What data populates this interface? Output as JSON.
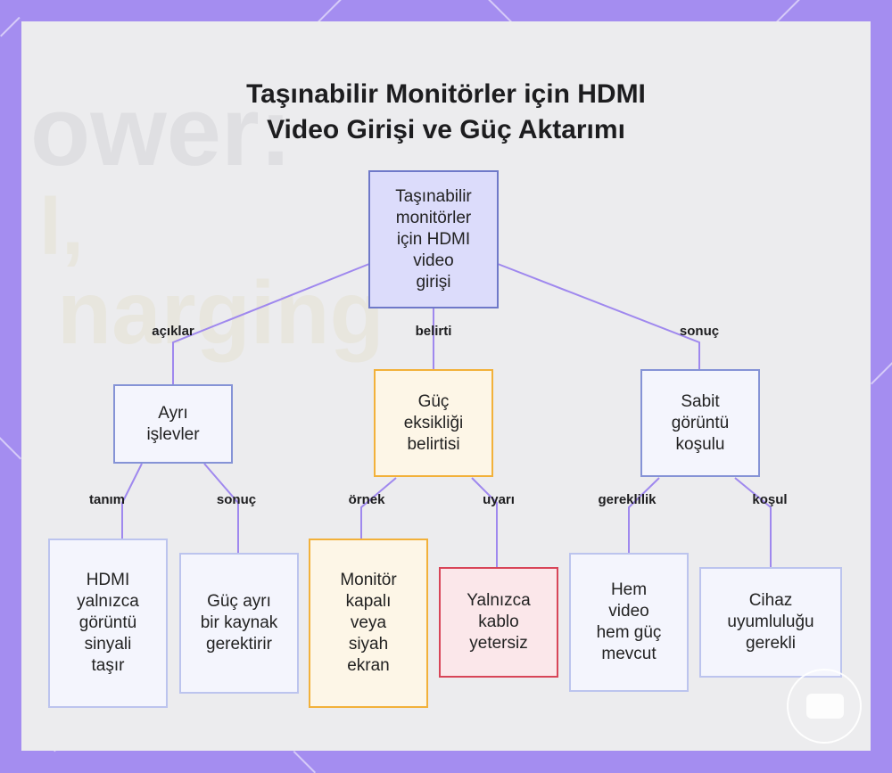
{
  "title": {
    "line1": "Taşınabilir Monitörler için HDMI",
    "line2": "Video Girişi ve Güç Aktarımı"
  },
  "colors": {
    "frame": "#a48df0",
    "link": "#9f88ee",
    "root_fill": "#dcdcfb",
    "blue_border": "#8593d6",
    "orange_border": "#f2b13a",
    "red_border": "#d84558"
  },
  "nodes": {
    "root": [
      "Taşınabilir",
      "monitörler",
      "için HDMI",
      "video",
      "girişi"
    ],
    "left": [
      "Ayrı",
      "işlevler"
    ],
    "middle": [
      "Güç",
      "eksikliği",
      "belirtisi"
    ],
    "right": [
      "Sabit",
      "görüntü",
      "koşulu"
    ],
    "leaf1": [
      "HDMI",
      "yalnızca",
      "görüntü",
      "sinyali",
      "taşır"
    ],
    "leaf2": [
      "Güç ayrı",
      "bir kaynak",
      "gerektirir"
    ],
    "leaf3": [
      "Monitör",
      "kapalı",
      "veya",
      "siyah",
      "ekran"
    ],
    "leaf4": [
      "Yalnızca",
      "kablo",
      "yetersiz"
    ],
    "leaf5": [
      "Hem",
      "video",
      "hem güç",
      "mevcut"
    ],
    "leaf6": [
      "Cihaz",
      "uyumluluğu",
      "gerekli"
    ]
  },
  "edge_labels": {
    "root_left": "açıklar",
    "root_middle": "belirti",
    "root_right": "sonuç",
    "left_leaf1": "tanım",
    "left_leaf2": "sonuç",
    "middle_leaf3": "örnek",
    "middle_leaf4": "uyarı",
    "right_leaf5": "gereklilik",
    "right_leaf6": "koşul"
  },
  "background_text": [
    "ower:",
    "l,",
    "narging"
  ]
}
